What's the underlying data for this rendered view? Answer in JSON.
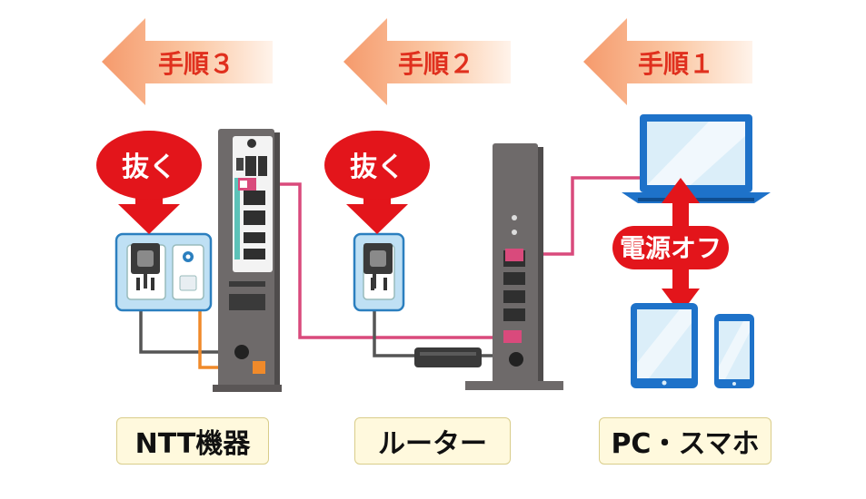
{
  "steps": [
    {
      "label": "手順３"
    },
    {
      "label": "手順２"
    },
    {
      "label": "手順１"
    }
  ],
  "actions": {
    "unplug_ntt": "抜く",
    "unplug_router": "抜く",
    "power_off": "電源オフ"
  },
  "devices": {
    "ntt": "NTT機器",
    "router": "ルーター",
    "pc": "PC・スマホ"
  },
  "colors": {
    "step_arrow": "#f7b38a",
    "step_text": "#e0301e",
    "action_red": "#e3151b",
    "lan_cable": "#d94a7c",
    "fiber_cable": "#f08a2a",
    "power_cable": "#555555",
    "outlet_blue": "#bfe0f4",
    "device_gray": "#6e6a6a",
    "screen_blue": "#1e72c9",
    "label_bg": "#fff9dd"
  }
}
